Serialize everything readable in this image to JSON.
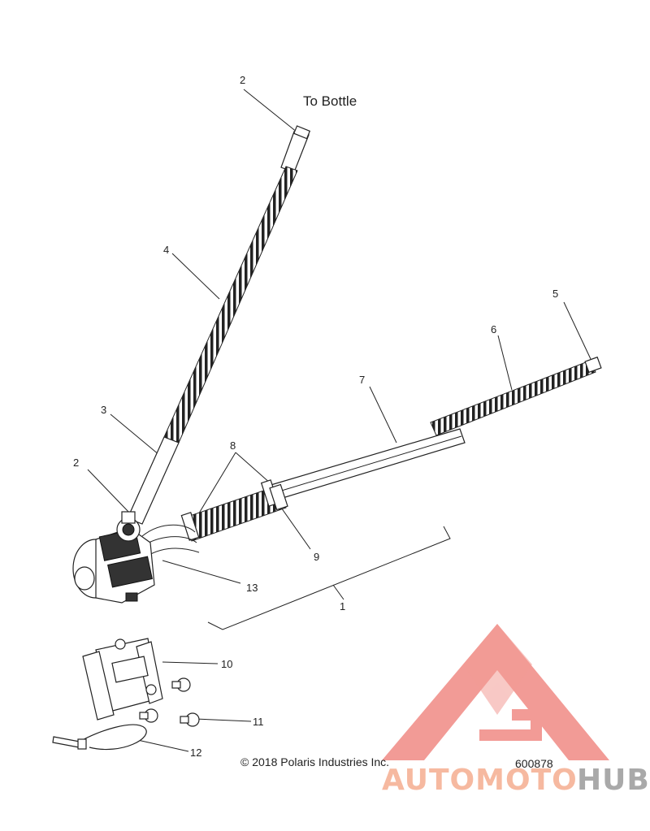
{
  "diagram": {
    "note": "To Bottle",
    "callouts": [
      {
        "id": "c2a",
        "label": "2"
      },
      {
        "id": "c4",
        "label": "4"
      },
      {
        "id": "c3",
        "label": "3"
      },
      {
        "id": "c2b",
        "label": "2"
      },
      {
        "id": "c8",
        "label": "8"
      },
      {
        "id": "c7",
        "label": "7"
      },
      {
        "id": "c6",
        "label": "6"
      },
      {
        "id": "c5",
        "label": "5"
      },
      {
        "id": "c9",
        "label": "9"
      },
      {
        "id": "c13",
        "label": "13"
      },
      {
        "id": "c1",
        "label": "1"
      },
      {
        "id": "c10",
        "label": "10"
      },
      {
        "id": "c11",
        "label": "11"
      },
      {
        "id": "c12",
        "label": "12"
      }
    ],
    "copyright": "© 2018 Polaris Industries Inc.",
    "figure_number": "600878"
  },
  "watermark": {
    "text_a": "AUTOMOTO",
    "text_b": "HUB",
    "color_a": "#f6b9a0",
    "color_b": "#a9a9a9",
    "logo_color": "#f08a84"
  }
}
